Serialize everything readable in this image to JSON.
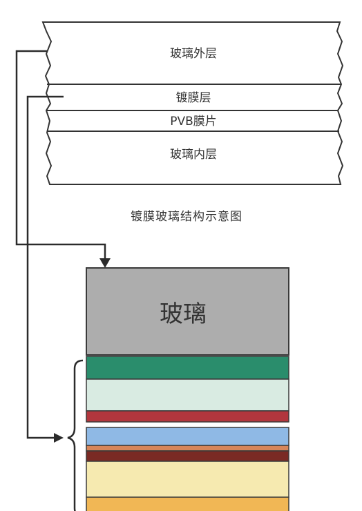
{
  "top_diagram": {
    "layers": [
      {
        "id": "outer",
        "label": "玻璃外层"
      },
      {
        "id": "coating",
        "label": "镀膜层"
      },
      {
        "id": "pvb",
        "label": "PVB膜片"
      },
      {
        "id": "inner",
        "label": "玻璃内层"
      }
    ],
    "caption": "镀膜玻璃结构示意图"
  },
  "detail_stack": {
    "glass_label": "玻璃",
    "glass_color": "#adadad",
    "coating_layer_colors": [
      "#2a8d6c",
      "#d9ebe2",
      "#b2363d",
      "#8fb9e5",
      "#d7865a",
      "#7a2a24",
      "#f6eab0",
      "#f1b755"
    ]
  },
  "colors": {
    "line": "#2b2b2b",
    "outline": "#3a3a3a"
  }
}
